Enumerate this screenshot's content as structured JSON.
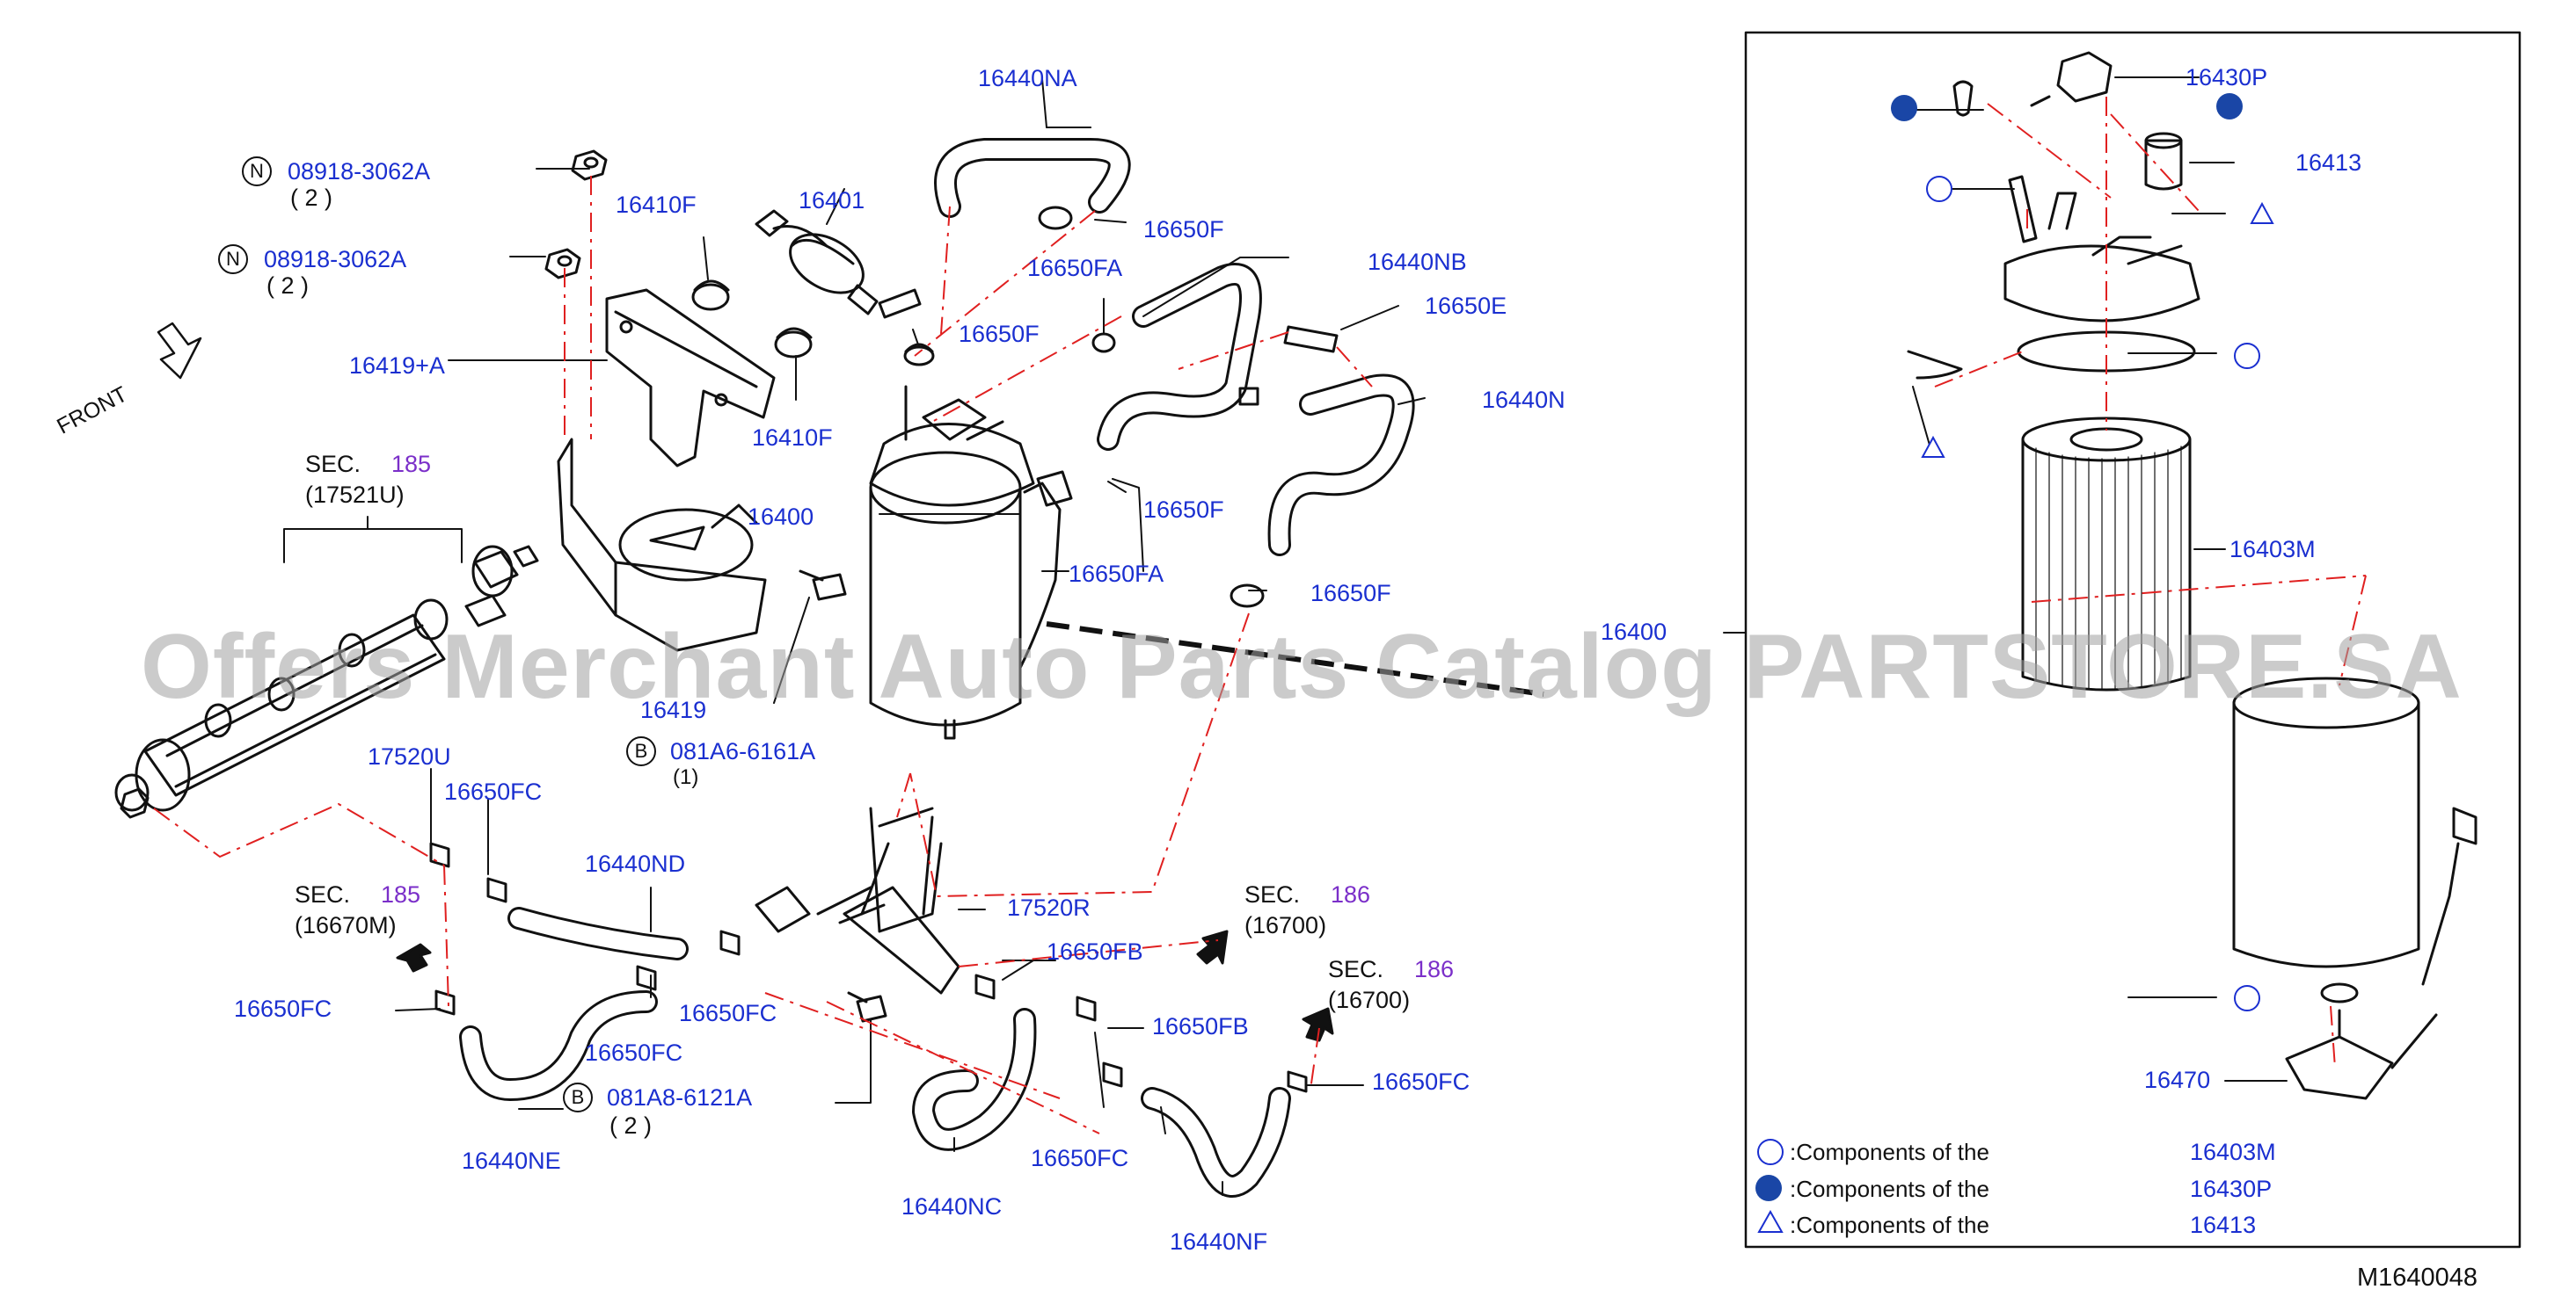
{
  "diagram_code": "M1640048",
  "watermark": "Offers Merchant Auto Parts Catalog PARTSTORE.SA",
  "front_label": "FRONT",
  "colors": {
    "label": "#1a2fd0",
    "section_number": "#7b2fc9",
    "leader_dash": "#e02020",
    "filled_marker": "#1a46a6"
  },
  "part_labels": {
    "p16440NA": "16440NA",
    "p16401": "16401",
    "p16410F_top": "16410F",
    "p16650F_a": "16650F",
    "p16650FA_a": "16650FA",
    "p16440NB": "16440NB",
    "p16650E": "16650E",
    "p16419A": "16419+A",
    "p16650F_b": "16650F",
    "p16410F_bot": "16410F",
    "p16440N": "16440N",
    "p16400": "16400",
    "p16650F_c": "16650F",
    "p16650FA_b": "16650FA",
    "p16650F_d": "16650F",
    "p16419": "16419",
    "p17520U": "17520U",
    "p16650FC_a": "16650FC",
    "p16440ND": "16440ND",
    "p17520R": "17520R",
    "p16650FB_a": "16650FB",
    "p16650FC_b": "16650FC",
    "p16650FC_c": "16650FC",
    "p16650FC_d": "16650FC",
    "p16650FB_b": "16650FB",
    "p16650FC_e": "16650FC",
    "p16440NE": "16440NE",
    "p16650FC_f": "16650FC",
    "p16440NC": "16440NC",
    "p16440NF": "16440NF",
    "p16430P": "16430P",
    "p16413": "16413",
    "p16400_box": "16400",
    "p16403M": "16403M",
    "p16470": "16470"
  },
  "bolt_refs": {
    "n1": {
      "marker": "N",
      "code": "08918-3062A",
      "qty": "( 2 )"
    },
    "n2": {
      "marker": "N",
      "code": "08918-3062A",
      "qty": "( 2 )"
    },
    "b1": {
      "marker": "B",
      "code": "081A6-6161A",
      "qty": "(1)"
    },
    "b2": {
      "marker": "B",
      "code": "081A8-6121A",
      "qty": "( 2 )"
    }
  },
  "sections": {
    "s1": {
      "prefix": "SEC.",
      "number": "185",
      "ref": "(17521U)"
    },
    "s2": {
      "prefix": "SEC.",
      "number": "185",
      "ref": "(16670M)"
    },
    "s3": {
      "prefix": "SEC.",
      "number": "186",
      "ref": "(16700)"
    },
    "s4": {
      "prefix": "SEC.",
      "number": "186",
      "ref": "(16700)"
    }
  },
  "legend": [
    {
      "marker": "open-circle",
      "text": ":Components  of  the",
      "part": "16403M"
    },
    {
      "marker": "filled-circle",
      "text": ":Components  of  the",
      "part": "16430P"
    },
    {
      "marker": "triangle",
      "text": ":Components  of  the",
      "part": "16413"
    }
  ]
}
